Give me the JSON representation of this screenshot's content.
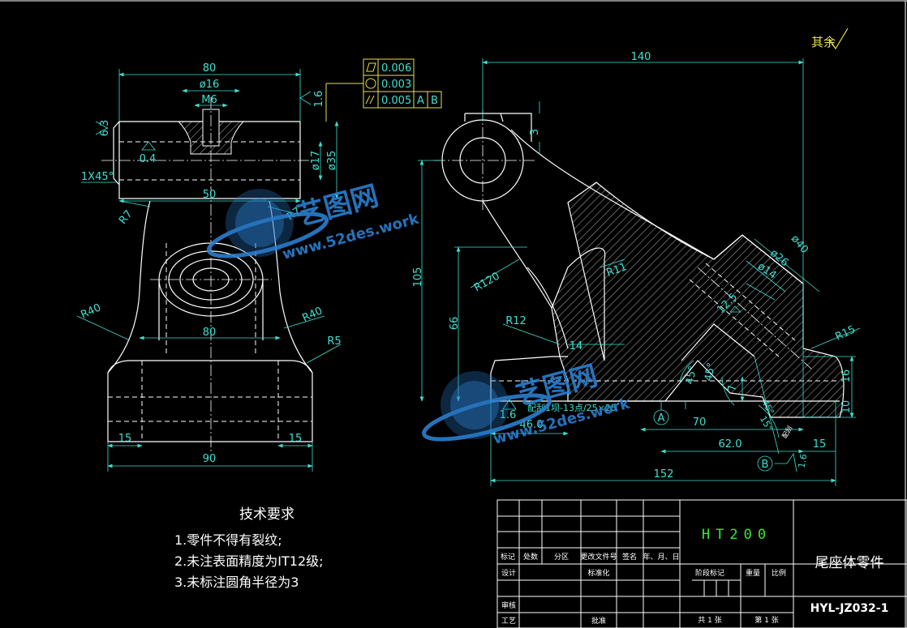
{
  "drawing": {
    "left_view_dims": {
      "width_80_top": "80",
      "dia16": "ø16",
      "m6": "M6",
      "rough_63": "6.3",
      "rough_16": "1.6",
      "flat_04": "0.4",
      "chamfer": "1X45°",
      "dia17": "ø17",
      "dia35": "ø35",
      "width_50": "50",
      "r7_left": "R7",
      "r7_right": "R7",
      "r40_left": "R40",
      "r40_right": "R40",
      "r5": "R5",
      "width_80_mid": "80",
      "width_15_left": "15",
      "width_15_right": "15",
      "width_90": "90"
    },
    "tolerance_frame": {
      "row1_value": "0.006",
      "row2_value": "0.003",
      "row3_value": "0.005",
      "datum_a": "A",
      "datum_b": "B"
    },
    "front_view_dims": {
      "length_140": "140",
      "dim_3": "3",
      "dia40": "ø40",
      "dia26": "ø26",
      "dia14": "ø14",
      "rough_125": "12.5",
      "r15": "R15",
      "r11": "R11",
      "r120": "R120",
      "h105": "105",
      "h66": "66",
      "r12": "R12",
      "dim_14": "14",
      "angle45_a": "45°",
      "angle45_b": "45°",
      "dim_7": "7",
      "dim_16": "16",
      "dim_10": "10",
      "rough_16b": "1.6",
      "note_text": "配刮1坝-13点/25×25",
      "len_46": "46.0",
      "datum_a": "A",
      "len_70": "70",
      "angle_45c": "45°",
      "angle_15": "15°",
      "scrape": "配刮",
      "len_62": "62.0",
      "len_15": "15",
      "datum_b": "B",
      "rough_16c": "1.6",
      "len_152": "152",
      "rest_symbol": "其余"
    },
    "watermark": {
      "brand": "艺图网",
      "url": "www.52des.work"
    }
  },
  "tech_requirements": {
    "title": "技术要求",
    "items": [
      "1.零件不得有裂纹;",
      "2.未注表面精度为IT12级;",
      "3.未标注圆角半径为3"
    ]
  },
  "title_block": {
    "material": "HT200",
    "part_name": "尾座体零件",
    "drawing_no": "HYL-JZ032-1",
    "row_labels": [
      "标记",
      "处数",
      "分区",
      "更改文件号",
      "签名",
      "年、月、日"
    ],
    "design": "设计",
    "standardize": "标准化",
    "stage_mark": "阶段标记",
    "weight": "重量",
    "scale": "比例",
    "review": "审核",
    "process": "工艺",
    "approve": "批准",
    "sheets_total": "共 1 张",
    "sheet_no": "第 1 张"
  },
  "colors": {
    "background": "#000000",
    "outline": "#ffffff",
    "dimension": "#3fe0d0",
    "material_text": "#39e639",
    "symbol": "#e8e04a",
    "watermark": "#2a7fd0"
  }
}
